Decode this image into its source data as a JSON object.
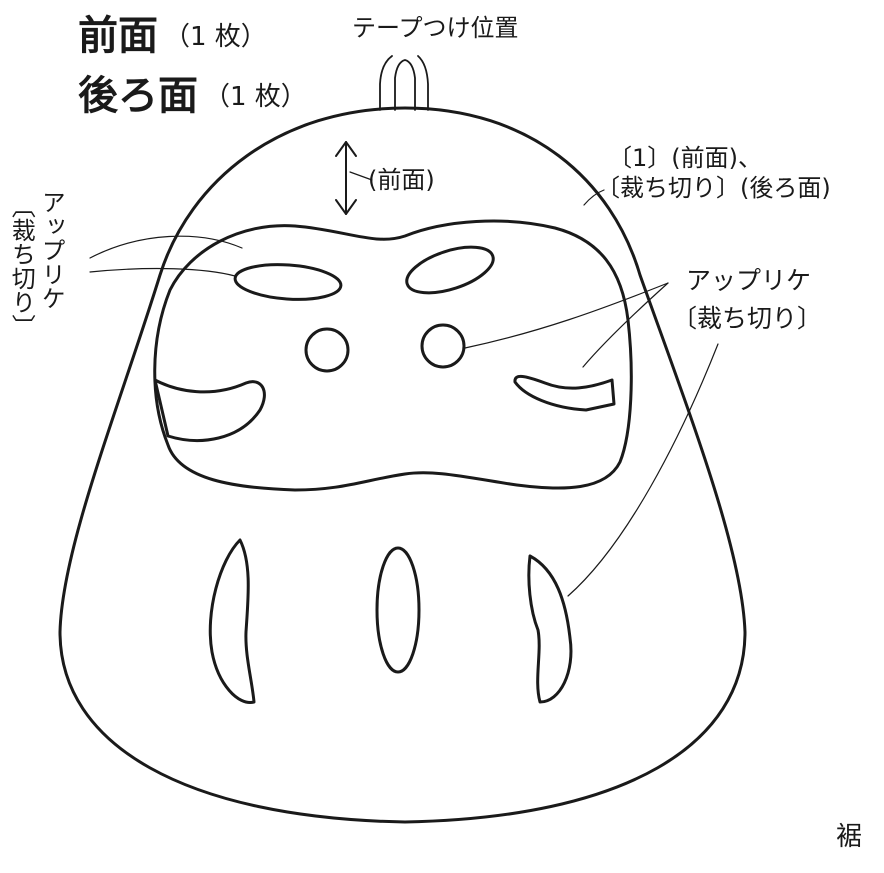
{
  "titles": {
    "front": "前面",
    "front_count": "（1 枚）",
    "back": "後ろ面",
    "back_count": "（1 枚）"
  },
  "labels": {
    "tape_position": "テープつけ位置",
    "direction": "(前面)",
    "outline_note_1": "〔1〕(前面)、",
    "outline_note_2": "〔裁ち切り〕(後ろ面)",
    "applique_right_1": "アップリケ",
    "applique_right_2": "〔裁ち切り〕",
    "applique_left_1": "アップリケ",
    "applique_left_2": "〔裁ち切り〕",
    "hem": "裾"
  },
  "colors": {
    "line": "#1a1a1a",
    "background": "#ffffff"
  }
}
